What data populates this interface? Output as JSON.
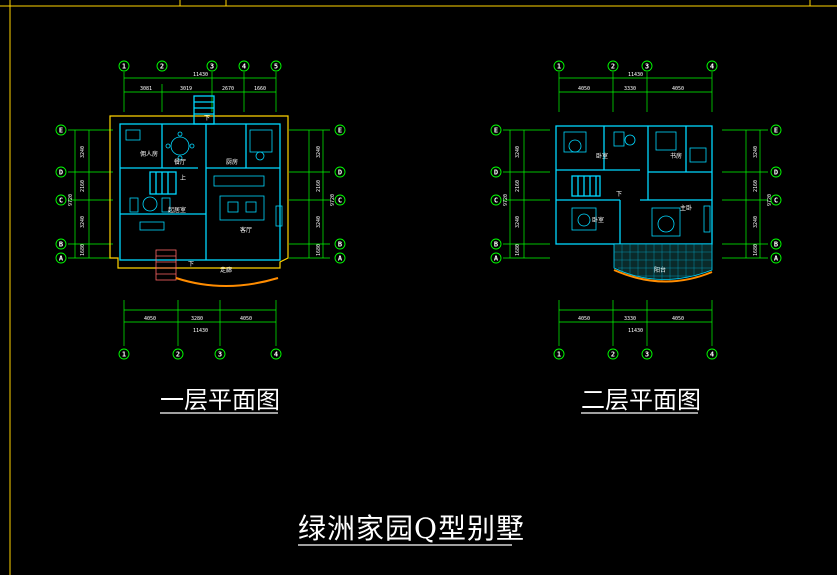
{
  "drawing": {
    "main_title": "绿洲家园Q型别墅",
    "plan1_title": "一层平面图",
    "plan2_title": "二层平面图",
    "colors": {
      "background": "#000000",
      "frame": "#ffd400",
      "axis": "#00ff00",
      "dimension": "#00ff00",
      "wall": "#00d8ff",
      "text": "#ffffff",
      "balcony": "#ff8c00"
    }
  },
  "plan1": {
    "top_axes": [
      "1",
      "2",
      "3",
      "4",
      "5"
    ],
    "top_dims": [
      "3081",
      "3019",
      "2670",
      "1660"
    ],
    "top_total": "11430",
    "bottom_axes": [
      "1",
      "2",
      "3",
      "4"
    ],
    "bottom_dims": [
      "4050",
      "3280",
      "4050"
    ],
    "bottom_total": "11430",
    "side_axes": [
      "E",
      "D",
      "C",
      "B",
      "A"
    ],
    "side_dims": [
      "3240",
      "2160",
      "3240",
      "1680"
    ],
    "side_total": "9720",
    "rooms": [
      "佣人房",
      "餐厅",
      "厨房",
      "起居室",
      "客厅",
      "走廊",
      "上",
      "下",
      "下"
    ]
  },
  "plan2": {
    "top_axes": [
      "1",
      "2",
      "3",
      "4"
    ],
    "top_dims": [
      "4050",
      "3330",
      "4050"
    ],
    "top_total": "11430",
    "bottom_axes": [
      "1",
      "2",
      "3",
      "4"
    ],
    "bottom_dims": [
      "4050",
      "3330",
      "4050"
    ],
    "bottom_total": "11430",
    "side_axes": [
      "E",
      "D",
      "C",
      "B",
      "A"
    ],
    "side_dims": [
      "3240",
      "2160",
      "3240",
      "1680"
    ],
    "side_total": "9720",
    "rooms": [
      "卧室",
      "书房",
      "卧室",
      "主卧",
      "阳台",
      "下"
    ]
  }
}
